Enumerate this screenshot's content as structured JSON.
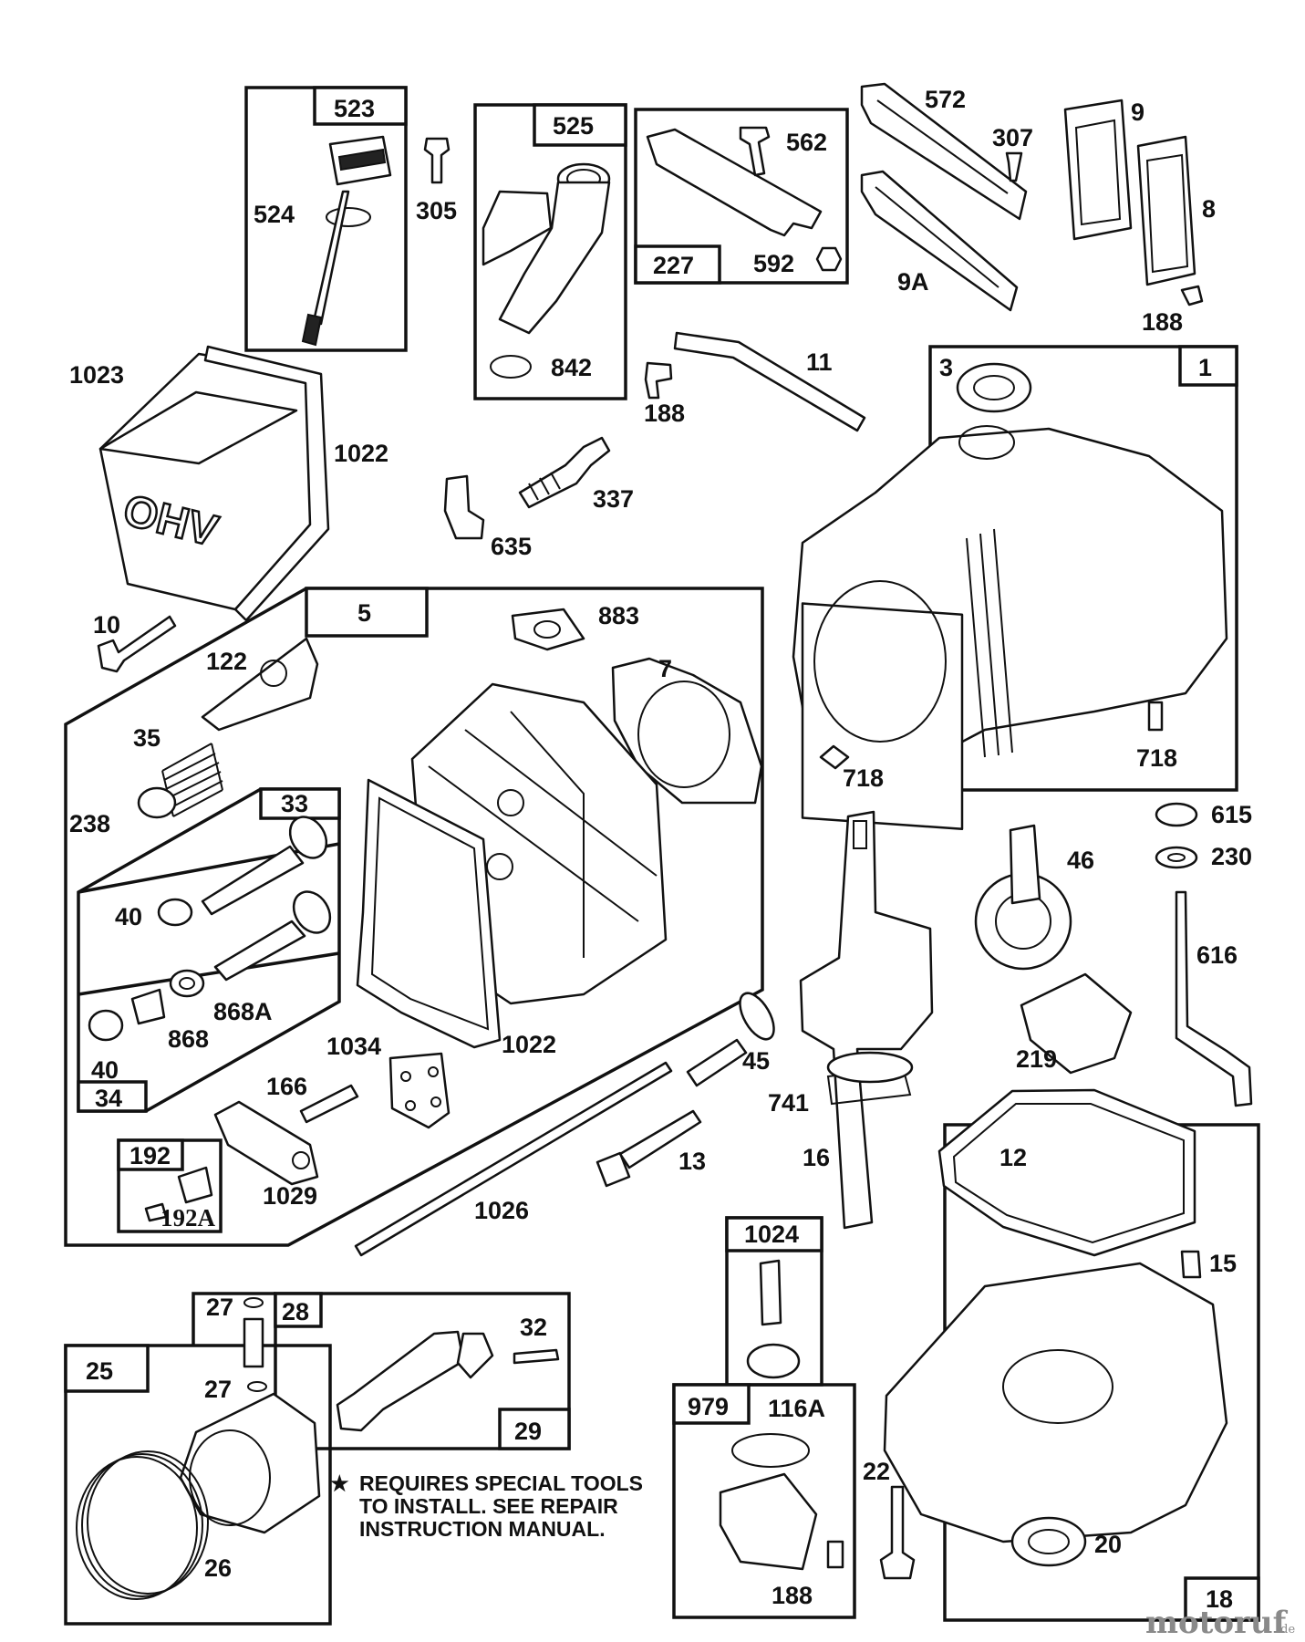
{
  "labels": {
    "l523": "523",
    "l524": "524",
    "l525": "525",
    "l305": "305",
    "l562": "562",
    "l227": "227",
    "l592": "592",
    "l572": "572",
    "l307": "307",
    "l9": "9",
    "l8": "8",
    "l9A": "9A",
    "l188a": "188",
    "l842": "842",
    "l1023": "1023",
    "l1022a": "1022",
    "l11": "11",
    "l188b": "188",
    "l337": "337",
    "l635": "635",
    "l3": "3",
    "l1": "1",
    "l5": "5",
    "l883": "883",
    "l7": "7",
    "l10": "10",
    "l122": "122",
    "l35": "35",
    "l238": "238",
    "l33": "33",
    "l40a": "40",
    "l868A": "868A",
    "l868": "868",
    "l40b": "40",
    "l34": "34",
    "l1034": "1034",
    "l1022b": "1022",
    "l166": "166",
    "l192": "192",
    "l192A": "192A",
    "l1029": "1029",
    "l1026": "1026",
    "l718a": "718",
    "l718b": "718",
    "l615": "615",
    "l230": "230",
    "l46": "46",
    "l616": "616",
    "l219": "219",
    "l45": "45",
    "l741": "741",
    "l16": "16",
    "l13": "13",
    "l12": "12",
    "l15": "15",
    "l1024": "1024",
    "l979": "979",
    "l116A": "116A",
    "l188c": "188",
    "l22": "22",
    "l20": "20",
    "l18": "18",
    "l27a": "27",
    "l28": "28",
    "l32": "32",
    "l27b": "27",
    "l25": "25",
    "l29": "29",
    "l26": "26"
  },
  "note": {
    "star": "★",
    "line1": "REQUIRES SPECIAL TOOLS",
    "line2": "TO INSTALL.  SEE REPAIR",
    "line3": "INSTRUCTION MANUAL."
  },
  "cover_text": "OHV",
  "watermark": {
    "brand": "motoruf",
    "tld": ".de"
  }
}
